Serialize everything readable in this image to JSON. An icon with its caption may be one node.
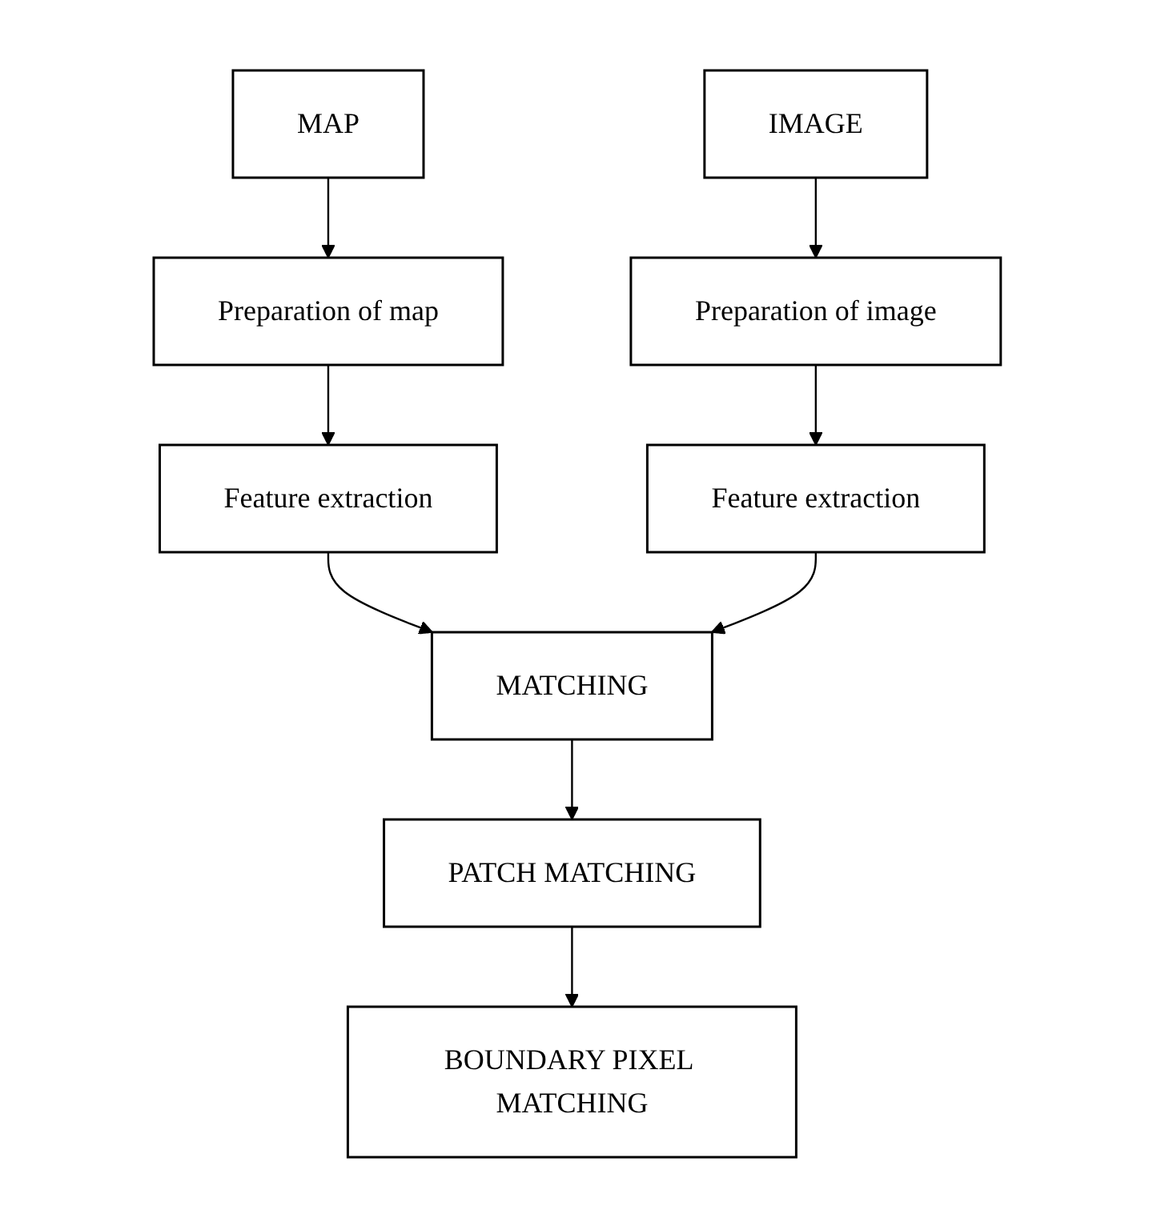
{
  "diagram": {
    "nodes": [
      {
        "text": [
          "MAP"
        ]
      },
      {
        "text": [
          "IMAGE"
        ]
      },
      {
        "text": [
          "Preparation of map"
        ]
      },
      {
        "text": [
          "Preparation of image"
        ]
      },
      {
        "text": [
          "Feature extraction"
        ]
      },
      {
        "text": [
          "Feature extraction"
        ]
      },
      {
        "text": [
          "MATCHING"
        ]
      },
      {
        "text": [
          "PATCH MATCHING"
        ]
      },
      {
        "text": [
          "BOUNDARY PIXEL MATCHING"
        ]
      }
    ],
    "edges": [
      {
        "from": 0,
        "to": 2,
        "arrow": "to"
      },
      {
        "from": 1,
        "to": 3,
        "arrow": "to"
      },
      {
        "from": 2,
        "to": 4,
        "arrow": "to"
      },
      {
        "from": 3,
        "to": 5,
        "arrow": "to"
      },
      {
        "from": 4,
        "to": 6,
        "arrow": "to"
      },
      {
        "from": 5,
        "to": 6,
        "arrow": "to"
      },
      {
        "from": 6,
        "to": 7,
        "arrow": "to"
      },
      {
        "from": 7,
        "to": 8,
        "arrow": "to"
      }
    ]
  }
}
